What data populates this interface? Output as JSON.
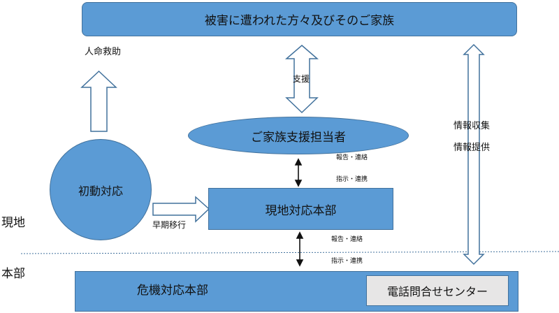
{
  "top_box": "被害に遭われた方々及びそのご家族",
  "rescue_label": "人命救助",
  "support_label": "支援",
  "family_support": "ご家族支援担当者",
  "info_collect": "情報収集",
  "info_provide": "情報提供",
  "report_contact_upper": "報告・連絡",
  "instruct_contact_upper": "指示・連携",
  "initial_response": "初動対応",
  "early_transition": "早期移行",
  "local_hq": "現地対応本部",
  "report_contact_lower": "報告・連絡",
  "instruct_contact_lower": "指示・連携",
  "zone_local": "現地",
  "zone_hq": "本部",
  "crisis_hq": "危機対応本部",
  "call_center": "電話問合せセンター",
  "colors": {
    "fill": "#5b9bd5",
    "border": "#41719c",
    "inner_box": "#e7e6e6"
  }
}
